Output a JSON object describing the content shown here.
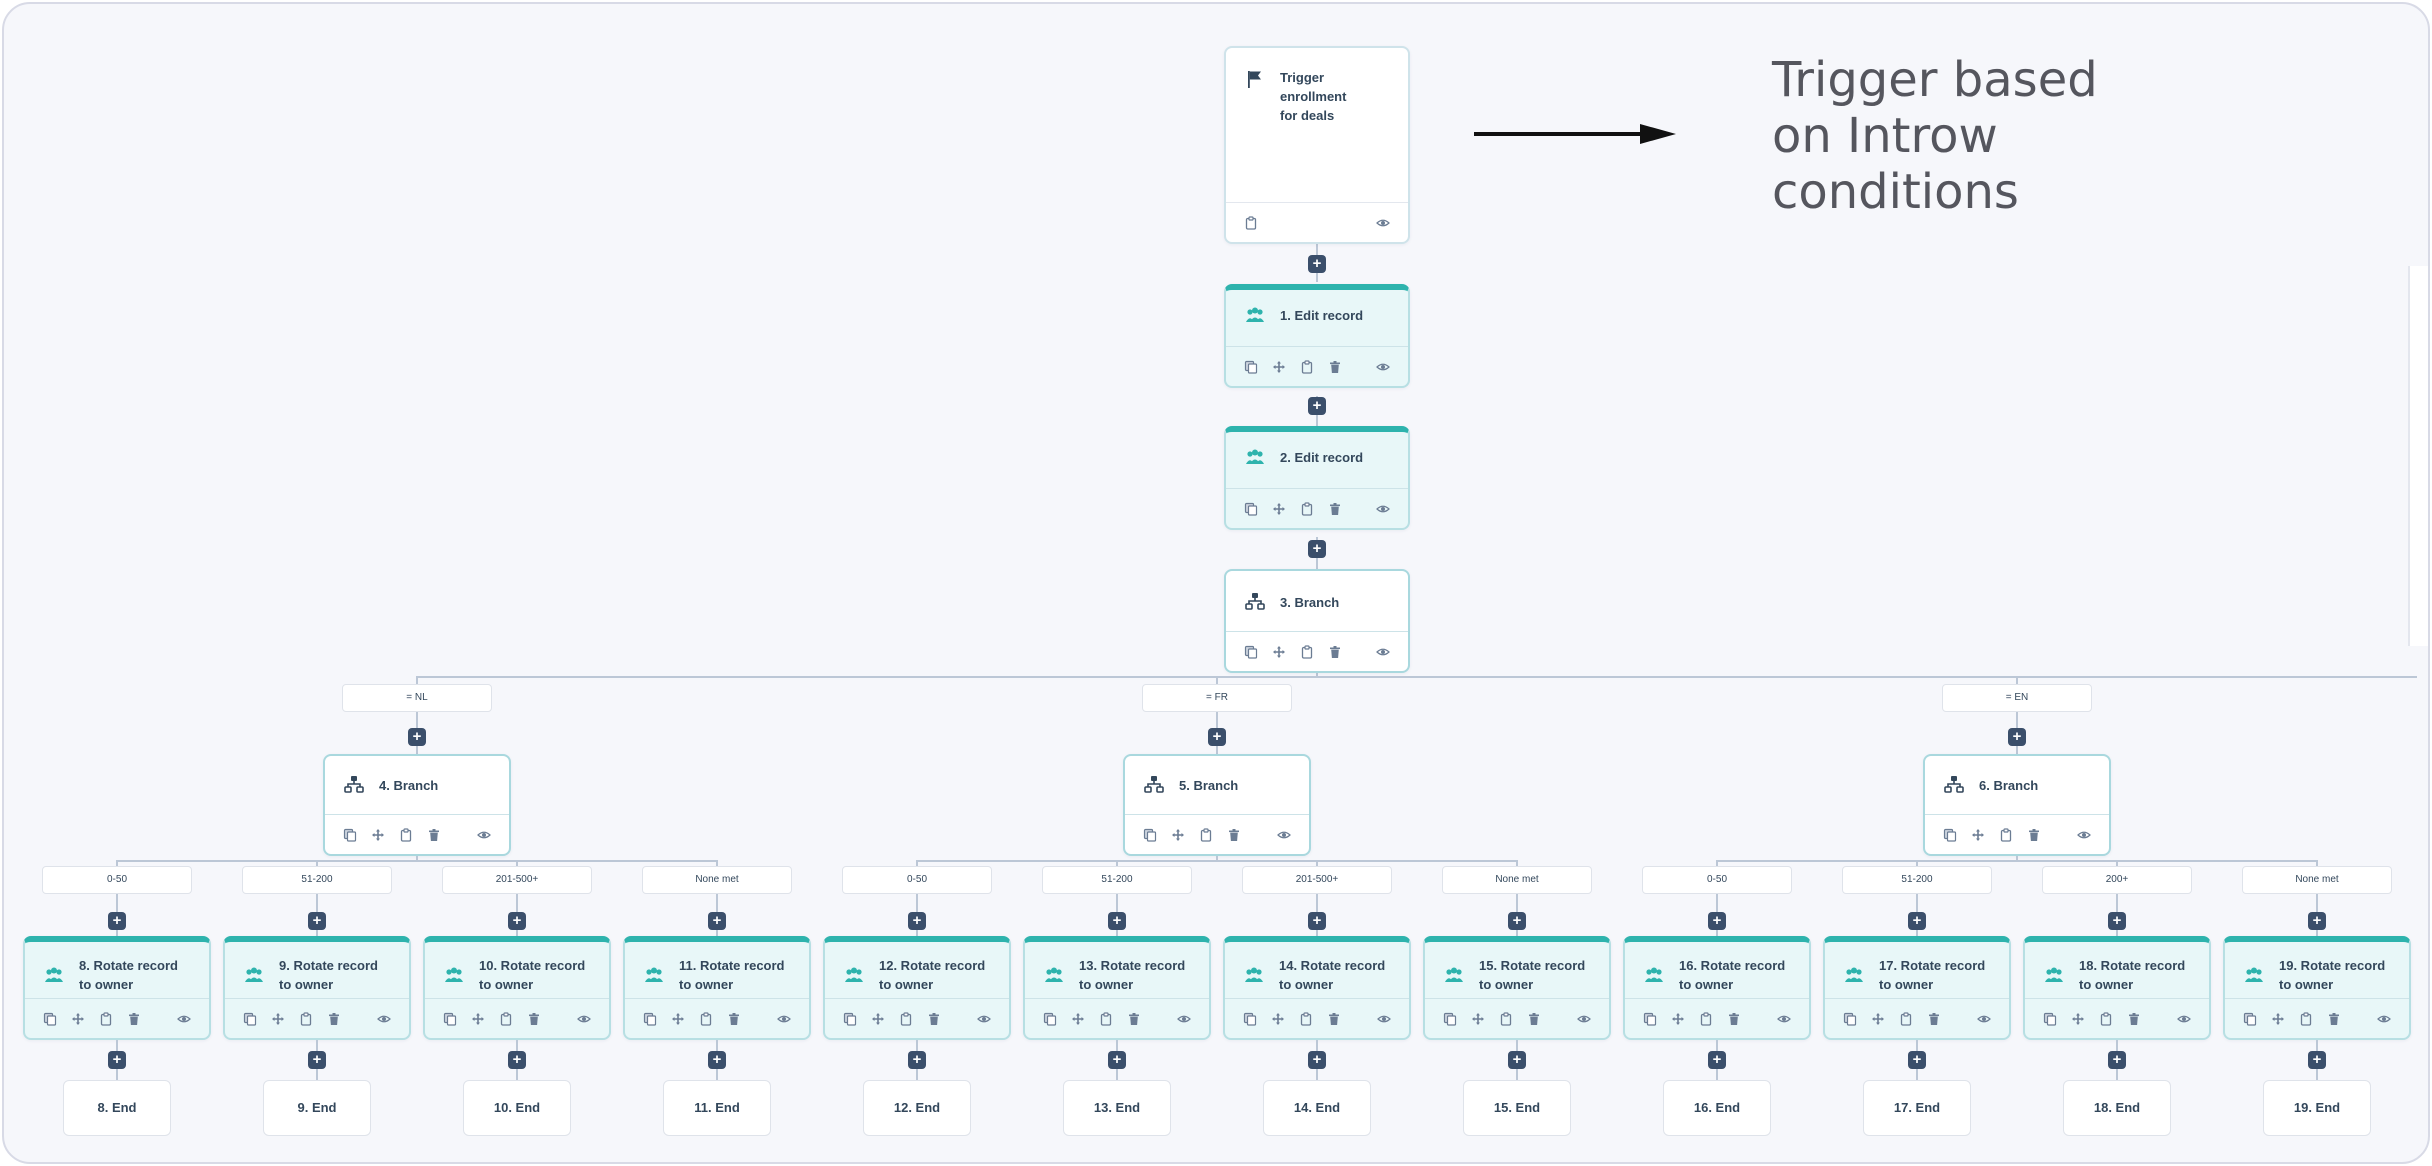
{
  "annotation": {
    "lines": [
      "Trigger based",
      "on Introw",
      "conditions"
    ]
  },
  "colors": {
    "accent": "#2eb3ad",
    "connector": "#bcc7d6",
    "plus_button": "#3b4f6b",
    "action_card_bg": "#e8f7f8"
  },
  "trigger": {
    "title_lines": [
      "Trigger enrollment",
      "for deals"
    ],
    "icon": "flag-icon"
  },
  "steps": [
    {
      "title": "1. Edit record",
      "icon": "people-icon"
    },
    {
      "title": "2. Edit record",
      "icon": "people-icon"
    },
    {
      "title": "3. Branch",
      "icon": "branch-icon"
    }
  ],
  "branches": [
    {
      "condition": "= NL",
      "title": "4. Branch",
      "sub": [
        {
          "label": "0-50",
          "action": [
            "8. Rotate record",
            "to owner"
          ],
          "end": "8. End"
        },
        {
          "label": "51-200",
          "action": [
            "9. Rotate record",
            "to owner"
          ],
          "end": "9. End"
        },
        {
          "label": "201-500+",
          "action": [
            "10. Rotate record",
            "to owner"
          ],
          "end": "10. End"
        },
        {
          "label": "None met",
          "action": [
            "11. Rotate record",
            "to owner"
          ],
          "end": "11. End"
        }
      ]
    },
    {
      "condition": "= FR",
      "title": "5. Branch",
      "sub": [
        {
          "label": "0-50",
          "action": [
            "12. Rotate record",
            "to owner"
          ],
          "end": "12. End"
        },
        {
          "label": "51-200",
          "action": [
            "13. Rotate record",
            "to owner"
          ],
          "end": "13. End"
        },
        {
          "label": "201-500+",
          "action": [
            "14. Rotate record",
            "to owner"
          ],
          "end": "14. End"
        },
        {
          "label": "None met",
          "action": [
            "15. Rotate record",
            "to owner"
          ],
          "end": "15. End"
        }
      ]
    },
    {
      "condition": "= EN",
      "title": "6. Branch",
      "sub": [
        {
          "label": "0-50",
          "action": [
            "16. Rotate record",
            "to owner"
          ],
          "end": "16. End"
        },
        {
          "label": "51-200",
          "action": [
            "17. Rotate record",
            "to owner"
          ],
          "end": "17. End"
        },
        {
          "label": "200+",
          "action": [
            "18. Rotate record",
            "to owner"
          ],
          "end": "18. End"
        },
        {
          "label": "None met",
          "action": [
            "19. Rotate record",
            "to owner"
          ],
          "end": "19. End"
        }
      ]
    }
  ]
}
